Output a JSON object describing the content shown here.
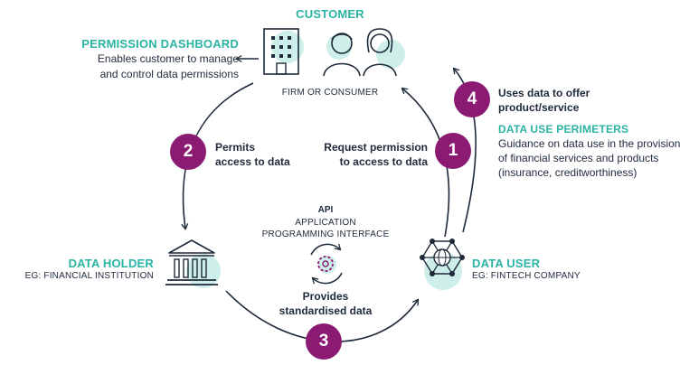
{
  "colors": {
    "teal": "#2bb3a3",
    "mint": "#cdeee9",
    "purple": "#8a1a72",
    "navy": "#1e2a3a"
  },
  "customer": {
    "title": "CUSTOMER",
    "subtitle": "FIRM OR CONSUMER",
    "icons": [
      "building-icon",
      "man-icon",
      "woman-icon"
    ]
  },
  "permission_dashboard": {
    "title": "PERMISSION DASHBOARD",
    "line1": "Enables customer to manage",
    "line2": "and control data permissions"
  },
  "steps": [
    {
      "number": "1",
      "line1": "Request permission",
      "line2": "to access to data"
    },
    {
      "number": "2",
      "line1": "Permits",
      "line2": "access to data"
    },
    {
      "number": "3",
      "line1": "Provides",
      "line2": "standardised data"
    },
    {
      "number": "4",
      "line1": "Uses data to offer",
      "line2": "product/service"
    }
  ],
  "data_use_perimeters": {
    "title": "DATA USE PERIMETERS",
    "line1": "Guidance on data use in the provision",
    "line2": "of financial services and products",
    "line3": "(insurance, creditworthiness)"
  },
  "api": {
    "title": "API",
    "line1": "APPLICATION",
    "line2": "PROGRAMMING INTERFACE",
    "icon": "gear-sync-icon"
  },
  "data_holder": {
    "title": "DATA HOLDER",
    "subtitle": "EG: FINANCIAL INSTITUTION",
    "icon": "bank-icon"
  },
  "data_user": {
    "title": "DATA USER",
    "subtitle": "EG: FINTECH COMPANY",
    "icon": "network-globe-icon"
  }
}
